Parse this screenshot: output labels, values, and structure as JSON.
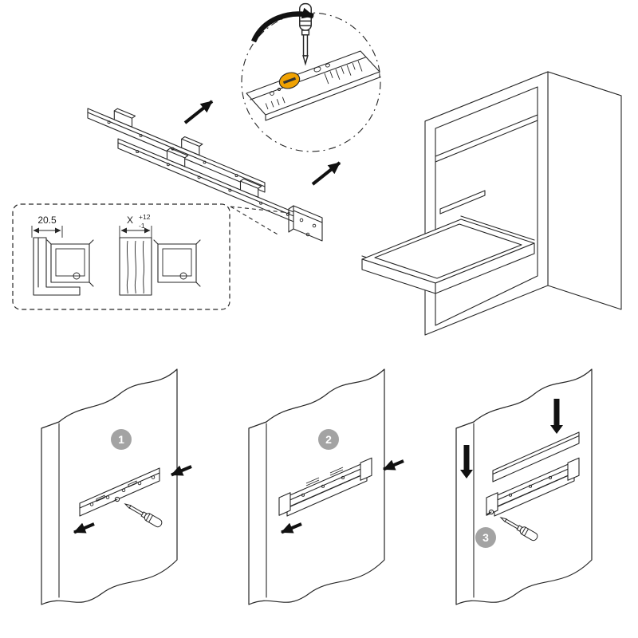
{
  "diagram": {
    "kind": "drawer-runner-installation-instructions",
    "background": "#ffffff",
    "colors": {
      "line": "#262626",
      "arrow": "#111111",
      "cam": "#f0a202",
      "badge": "#a3a3a3",
      "badge_text": "#ffffff"
    },
    "dimensions": {
      "bracket_width": "20.5",
      "cut_width_label": "X",
      "tolerance_plus": "+12",
      "tolerance_minus": "-1"
    },
    "steps": [
      {
        "number": "1"
      },
      {
        "number": "2"
      },
      {
        "number": "3"
      }
    ],
    "icons": {
      "screwdriver": "screwdriver-icon",
      "rotation_arrow": "rotation-arrow-icon",
      "direction_arrow": "direction-arrow-icon",
      "press_arrow": "press-arrow-icon",
      "down_arrow": "down-arrow-icon"
    }
  }
}
